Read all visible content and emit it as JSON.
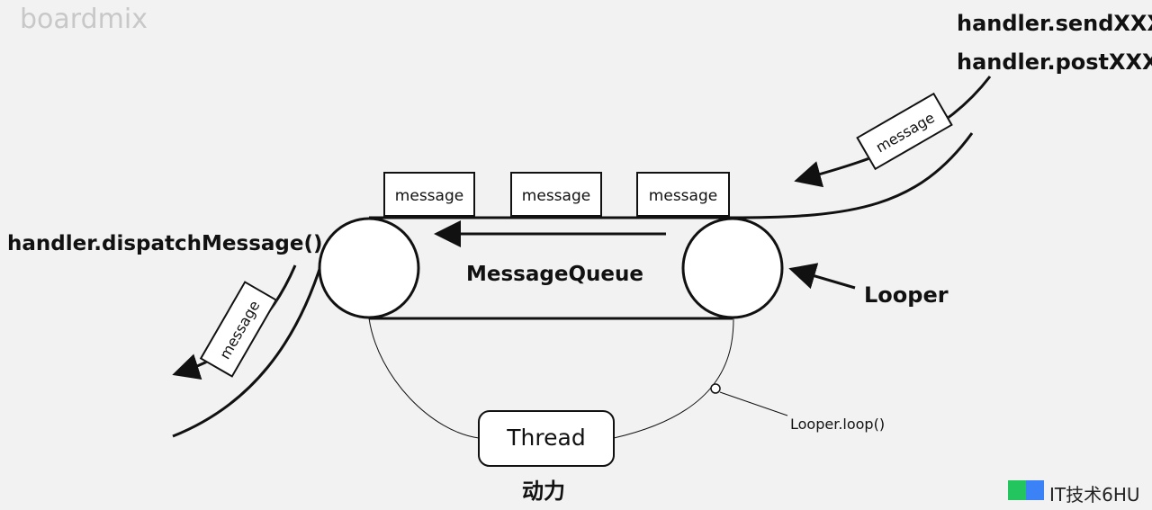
{
  "watermark": "boardmix",
  "labels": {
    "send": "handler.sendXXX",
    "post": "handler.postXXX",
    "dispatch": "handler.dispatchMessage()",
    "queue": "MessageQueue",
    "looper": "Looper",
    "loop": "Looper.loop()",
    "thread": "Thread",
    "power": "动力"
  },
  "messages": [
    "message",
    "message",
    "message"
  ],
  "incoming_message": "message",
  "outgoing_message": "message",
  "brand": "IT技术6HU"
}
